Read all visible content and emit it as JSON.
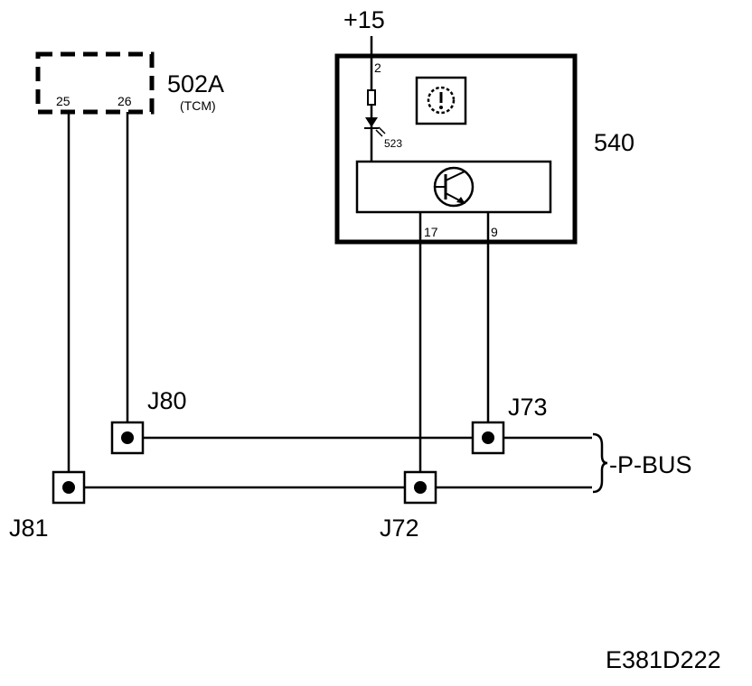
{
  "supply_label": "+15",
  "tcm": {
    "id": "502A",
    "name": "(TCM)",
    "pin_left": "25",
    "pin_right": "26"
  },
  "module": {
    "id": "540",
    "pin_supply": "2",
    "led_label": "523",
    "pin_17": "17",
    "pin_9": "9"
  },
  "junctions": {
    "j80": "J80",
    "j73": "J73",
    "j81": "J81",
    "j72": "J72"
  },
  "bus_label": "-P-BUS",
  "figure_code": "E381D222"
}
